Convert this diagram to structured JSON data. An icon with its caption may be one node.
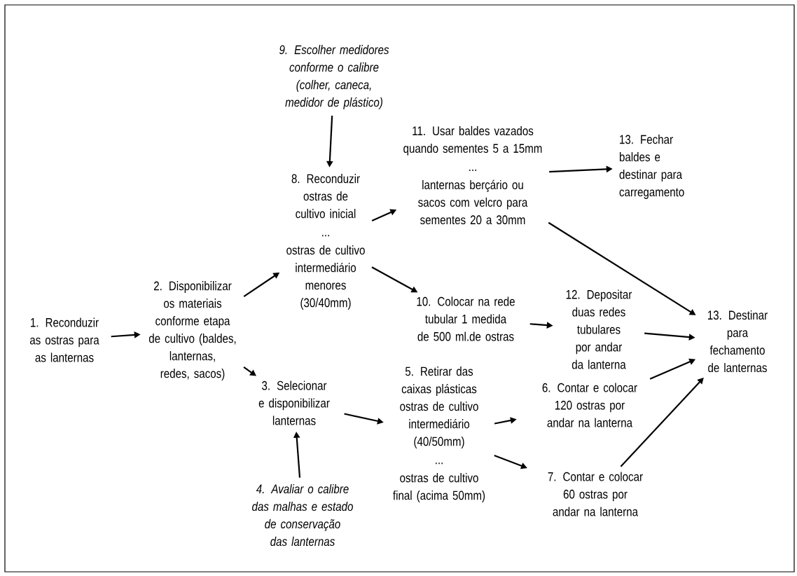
{
  "diagram": {
    "nodes": [
      {
        "text": [
          "1. Reconduzir as ostras para as lanternas"
        ]
      },
      {
        "text": [
          "2. Disponibilizar os materiais conforme etapa de cultivo (baldes, lanternas, redes, sacos)"
        ]
      },
      {
        "text": [
          "9. Escolher medidores conforme o calibre (colher, caneca, medidor de plástico)"
        ]
      },
      {
        "text": [
          "8. Reconduzir ostras de cultivo inicial",
          "...",
          "ostras de cultivo intermediário menores (30/40mm)"
        ]
      },
      {
        "text": [
          "11. Usar baldes vazados quando sementes 5 a 15mm",
          "...",
          "lanternas berçário ou sacos com velcro para sementes 20 a 30mm"
        ]
      },
      {
        "text": [
          "13. Fechar baldes e destinar para carregamento"
        ]
      },
      {
        "text": [
          "10. Colocar na rede tubular 1 medida de 500 ml.de ostras"
        ]
      },
      {
        "text": [
          "12. Depositar duas redes tubulares por andar da lanterna"
        ]
      },
      {
        "text": [
          "13. Destinar para fechamento de lanternas"
        ]
      },
      {
        "text": [
          "3. Selecionar e disponibilizar lanternas"
        ]
      },
      {
        "text": [
          "4. Avaliar o calibre das malhas e estado de conservação das lanternas"
        ]
      },
      {
        "text": [
          "5. Retirar das caixas plásticas ostras de cultivo intermediário (40/50mm)",
          "...",
          "ostras de  cultivo final (acima 50mm)"
        ]
      },
      {
        "text": [
          "6. Contar e colocar 120 ostras por andar na lanterna"
        ]
      },
      {
        "text": [
          "7. Contar e colocar 60 ostras por andar na lanterna"
        ]
      }
    ],
    "edges": [
      {
        "from": 0,
        "to": 1,
        "arrow": "to"
      },
      {
        "from": 1,
        "to": 3,
        "arrow": "to"
      },
      {
        "from": 1,
        "to": 9,
        "arrow": "to"
      },
      {
        "from": 2,
        "to": 3,
        "arrow": "to"
      },
      {
        "from": 3,
        "to": 4,
        "arrow": "to"
      },
      {
        "from": 3,
        "to": 6,
        "arrow": "to"
      },
      {
        "from": 4,
        "to": 5,
        "arrow": "to"
      },
      {
        "from": 4,
        "to": 8,
        "arrow": "to"
      },
      {
        "from": 6,
        "to": 7,
        "arrow": "to"
      },
      {
        "from": 7,
        "to": 8,
        "arrow": "to"
      },
      {
        "from": 9,
        "to": 11,
        "arrow": "to"
      },
      {
        "from": 10,
        "to": 9,
        "arrow": "to"
      },
      {
        "from": 11,
        "to": 12,
        "arrow": "to"
      },
      {
        "from": 11,
        "to": 13,
        "arrow": "to"
      },
      {
        "from": 12,
        "to": 8,
        "arrow": "to"
      },
      {
        "from": 13,
        "to": 8,
        "arrow": "to"
      }
    ]
  }
}
